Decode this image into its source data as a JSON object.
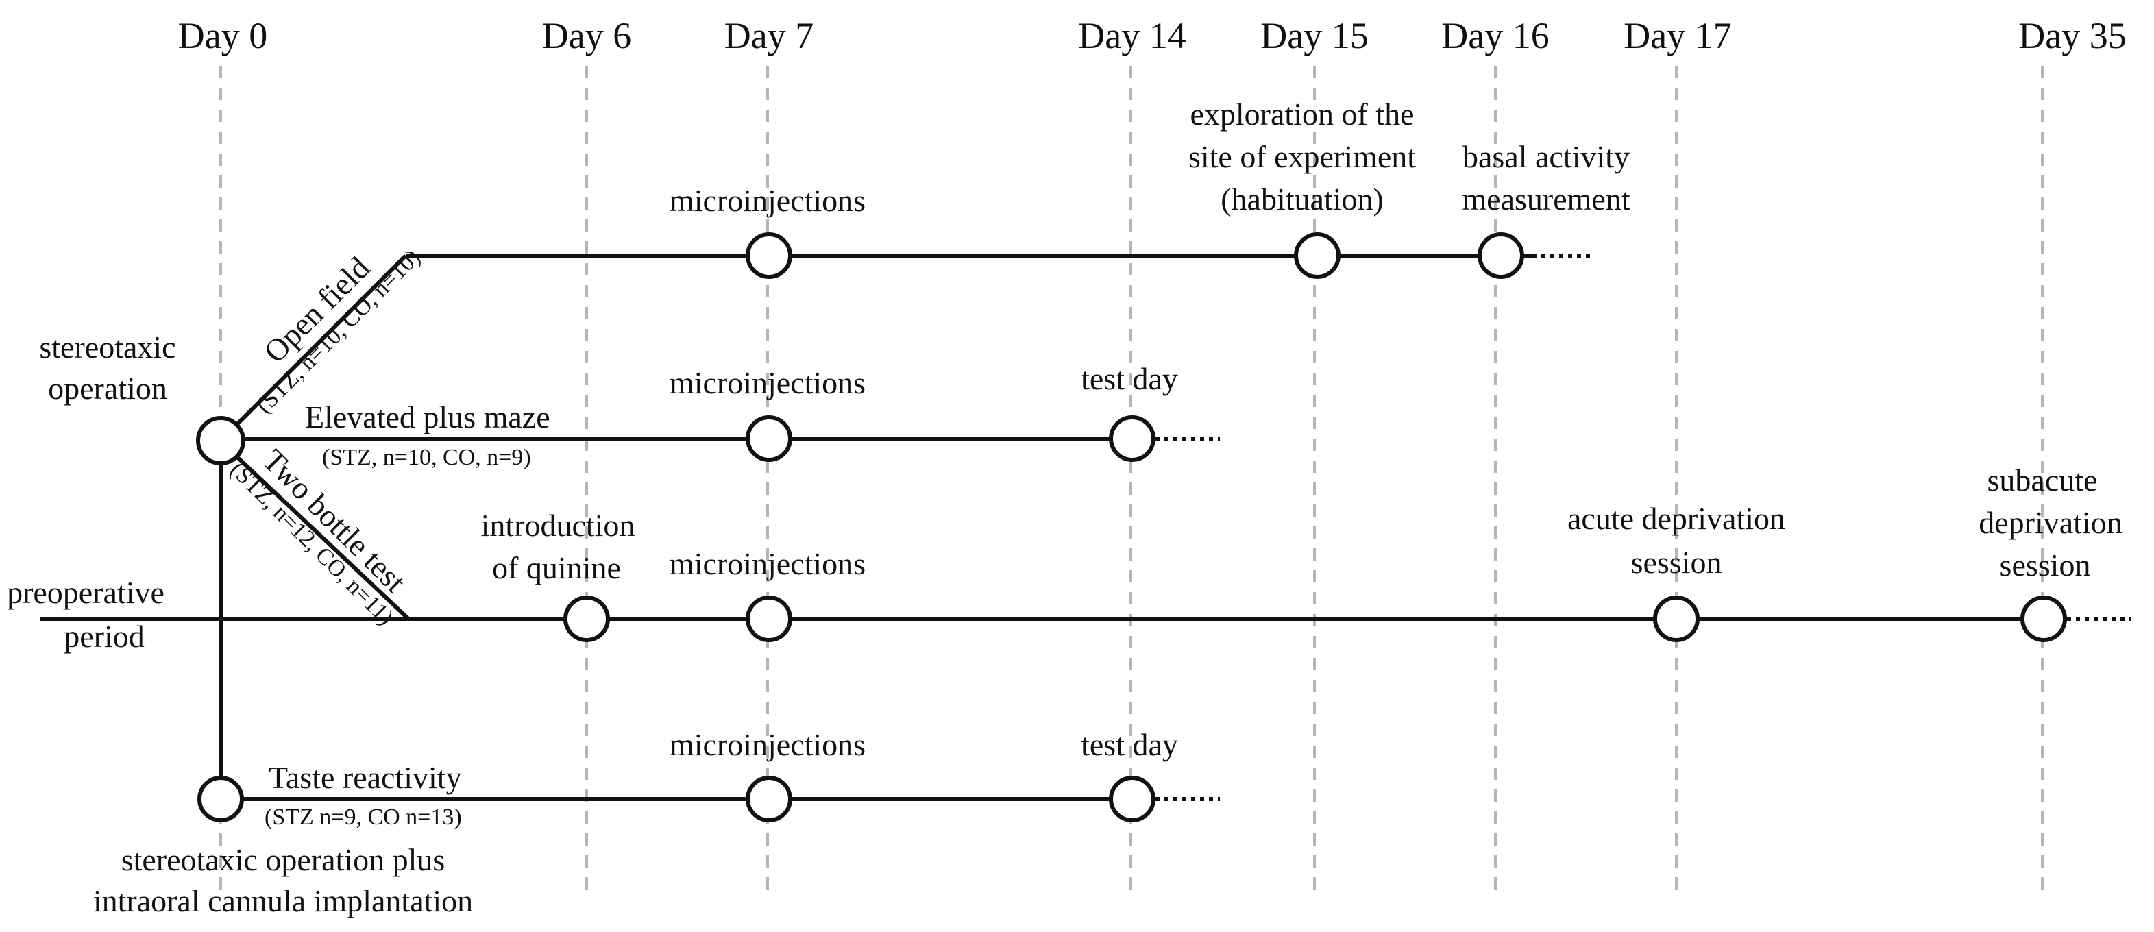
{
  "days": [
    "Day 0",
    "Day 6",
    "Day 7",
    "Day 14",
    "Day 15",
    "Day 16",
    "Day 17",
    "Day 35"
  ],
  "branches": {
    "open_field": {
      "name": "Open field",
      "groups": "(STZ, n=10, CO, n=10)",
      "events": {
        "microinjections": "microinjections",
        "habituation": [
          "exploration of the",
          "site of experiment",
          "(habituation)"
        ],
        "basal": [
          "basal activity",
          "measurement"
        ]
      }
    },
    "elevated_plus_maze": {
      "name": "Elevated plus maze",
      "groups": "(STZ, n=10, CO, n=9)",
      "events": {
        "microinjections": "microinjections",
        "test_day": "test day"
      }
    },
    "two_bottle_test": {
      "name": "Two bottle test",
      "groups": "(STZ, n=12, CO, n=11)",
      "events": {
        "quinine": [
          "introduction",
          "of quinine"
        ],
        "microinjections": "microinjections",
        "acute": [
          "acute deprivation",
          "session"
        ],
        "subacute": [
          "subacute",
          "deprivation",
          "session"
        ]
      }
    },
    "taste_reactivity": {
      "name": "Taste reactivity",
      "groups": "(STZ n=9, CO n=13)",
      "events": {
        "microinjections": "microinjections",
        "test_day": "test day"
      }
    }
  },
  "labels": {
    "stereotaxic": [
      "stereotaxic",
      "operation"
    ],
    "preoperative": [
      "preoperative",
      "period"
    ],
    "cannula": [
      "stereotaxic operation plus",
      "intraoral cannula implantation"
    ]
  }
}
